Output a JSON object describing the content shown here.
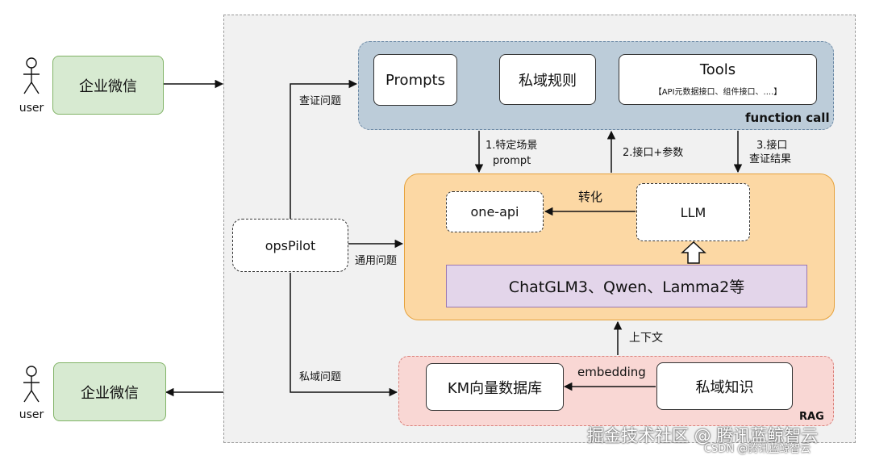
{
  "users": [
    {
      "label": "user",
      "channel": "企业微信"
    },
    {
      "label": "user",
      "channel": "企业微信"
    }
  ],
  "function_call": {
    "title": "function call",
    "prompts": "Prompts",
    "rules": "私域规则",
    "tools_title": "Tools",
    "tools_sub": "【API元数据接口、组件接口、....】"
  },
  "center": {
    "one_api": "one-api",
    "llm": "LLM",
    "models": "ChatGLM3、Qwen、Lamma2等",
    "convert": "转化"
  },
  "ops_pilot": "opsPilot",
  "rag": {
    "title": "RAG",
    "km": "KM向量数据库",
    "knowledge": "私域知识",
    "embedding": "embedding",
    "context": "上下文"
  },
  "edges": {
    "query_question": "查证问题",
    "general_question": "通用问题",
    "private_question": "私域问题",
    "step1_a": "1.特定场景",
    "step1_b": "prompt",
    "step2": "2.接口+参数",
    "step3_a": "3.接口",
    "step3_b": "查证结果"
  },
  "watermark": {
    "main": "掘金技术社区 @ 腾讯蓝鲸智云",
    "sub": "CSDN @腾讯蓝鲸智云"
  }
}
